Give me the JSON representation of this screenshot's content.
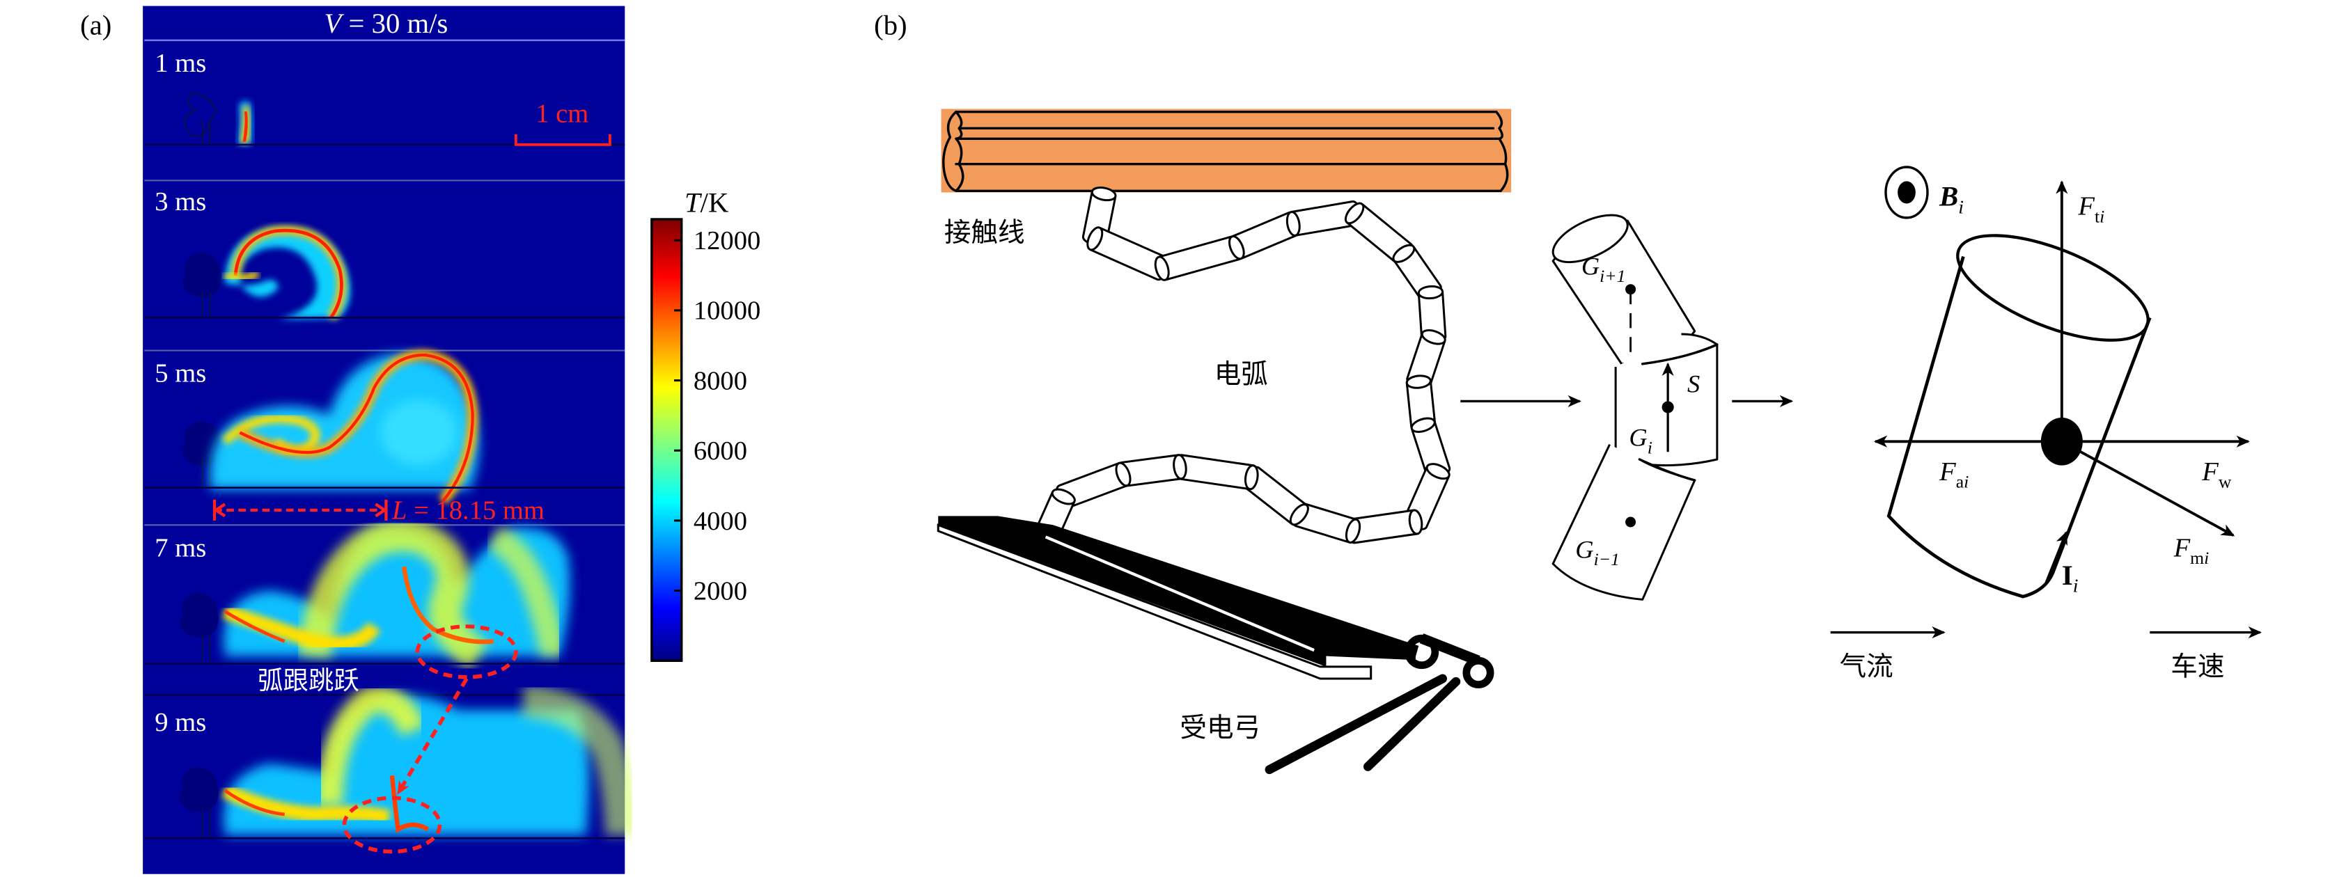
{
  "panel_a": {
    "label": "(a)",
    "header": "V = 30 m/s",
    "header_parts": {
      "var": "V",
      "rest": " = 30 m/s"
    },
    "frames": [
      {
        "time": "1 ms"
      },
      {
        "time": "3 ms"
      },
      {
        "time": "5 ms"
      },
      {
        "time": "7 ms"
      },
      {
        "time": "9 ms"
      }
    ],
    "scale_bar": "1 cm",
    "distance_label": "L = 18.15 mm",
    "distance_parts": {
      "var": "L",
      "rest": " = 18.15 mm"
    },
    "jump_label": "弧跟跳跃",
    "colors": {
      "background": "#00009a",
      "annotation": "#ff2020"
    },
    "colorbar": {
      "title": "T/K",
      "title_parts": {
        "var": "T",
        "rest": "/K"
      },
      "ticks": [
        "12000",
        "10000",
        "8000",
        "6000",
        "4000",
        "2000"
      ],
      "tick_values": [
        12000,
        10000,
        8000,
        6000,
        4000,
        2000
      ],
      "range": [
        0,
        12600
      ],
      "colormap": [
        "#00007f",
        "#0000ff",
        "#00ffff",
        "#ffff00",
        "#ff0000",
        "#7f0000"
      ]
    }
  },
  "panel_b": {
    "label": "(b)",
    "contact_wire_label": "接触线",
    "arc_label": "电弧",
    "pantograph_label": "受电弓",
    "segment": {
      "upper": {
        "base": "G",
        "sub": "i+1"
      },
      "middle": {
        "base": "G",
        "sub": "i"
      },
      "lower": {
        "base": "G",
        "sub": "i−1"
      },
      "s_label": "S"
    },
    "forces": {
      "b_field": {
        "base": "B",
        "sub": "i"
      },
      "tension": {
        "base": "F",
        "sub": "t",
        "sub_italic": "i"
      },
      "air": {
        "base": "F",
        "sub": "a",
        "sub_italic": "i"
      },
      "wind": {
        "base": "F",
        "sub": "w"
      },
      "magnetic": {
        "base": "F",
        "sub": "m",
        "sub_italic": "i"
      },
      "current": {
        "base": "I",
        "sub": "i"
      }
    },
    "airflow_label": "气流",
    "train_speed_label": "车速",
    "colors": {
      "wire": "#f29b5a"
    }
  }
}
